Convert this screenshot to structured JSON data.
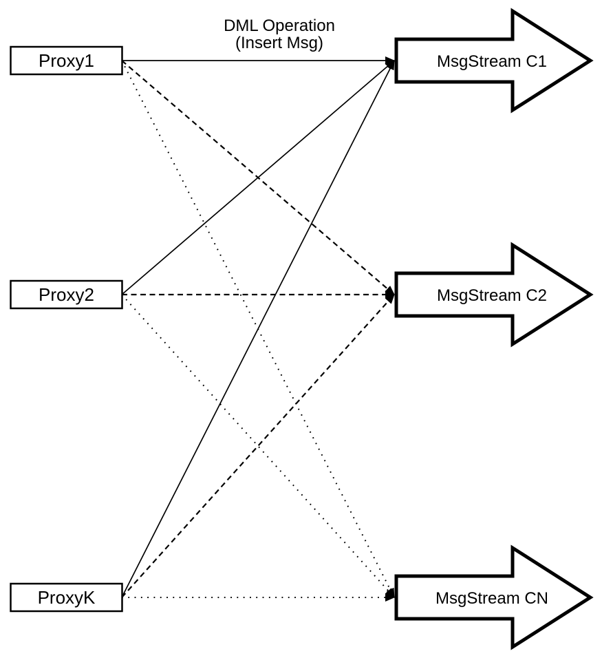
{
  "diagram": {
    "title": {
      "line1": "DML Operation",
      "line2": "(Insert Msg)"
    },
    "proxies": [
      {
        "id": "proxy1",
        "label": "Proxy1"
      },
      {
        "id": "proxy2",
        "label": "Proxy2"
      },
      {
        "id": "proxyk",
        "label": "ProxyK"
      }
    ],
    "streams": [
      {
        "id": "c1",
        "label": "MsgStream C1"
      },
      {
        "id": "c2",
        "label": "MsgStream C2"
      },
      {
        "id": "cn",
        "label": "MsgStream CN"
      }
    ],
    "connections": [
      {
        "from": "proxy1",
        "to": "c1",
        "style": "solid"
      },
      {
        "from": "proxy1",
        "to": "c2",
        "style": "dashed"
      },
      {
        "from": "proxy1",
        "to": "cn",
        "style": "dotted"
      },
      {
        "from": "proxy2",
        "to": "c1",
        "style": "solid"
      },
      {
        "from": "proxy2",
        "to": "c2",
        "style": "dashed"
      },
      {
        "from": "proxy2",
        "to": "cn",
        "style": "dotted"
      },
      {
        "from": "proxyk",
        "to": "c1",
        "style": "solid"
      },
      {
        "from": "proxyk",
        "to": "c2",
        "style": "dashed"
      },
      {
        "from": "proxyk",
        "to": "cn",
        "style": "dotted"
      }
    ],
    "colors": {
      "stroke": "#000000",
      "fill": "#ffffff",
      "background": "#ffffff"
    }
  }
}
